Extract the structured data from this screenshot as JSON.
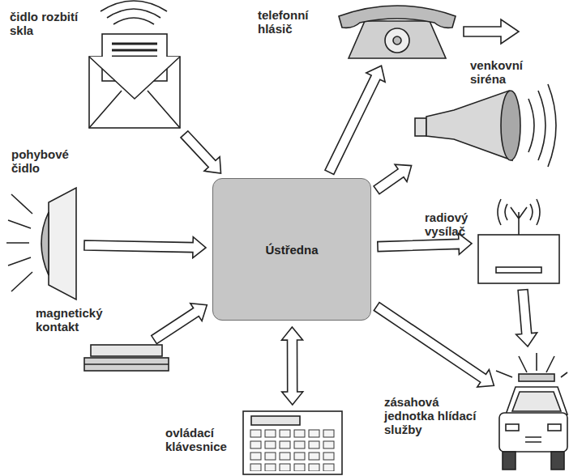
{
  "diagram": {
    "nodes": [
      {
        "text": [
          "čidlo rozbití skla"
        ]
      },
      {
        "text": [
          "telefonní hlásič"
        ]
      },
      {
        "text": [
          "venkovní siréna"
        ]
      },
      {
        "text": [
          "pohybové čidlo"
        ]
      },
      {
        "text": [
          "Ústředna"
        ]
      },
      {
        "text": [
          "radiový vysílač"
        ]
      },
      {
        "text": [
          "magnetický kontakt"
        ]
      },
      {
        "text": [
          "zásahová jednotka hlídací služby"
        ]
      },
      {
        "text": [
          "ovládací klávesnice"
        ]
      }
    ],
    "edges": [
      {
        "from": 0,
        "to": 4,
        "arrow": "to"
      },
      {
        "from": 3,
        "to": 4,
        "arrow": "to"
      },
      {
        "from": 6,
        "to": 4,
        "arrow": "to"
      },
      {
        "from": 4,
        "to": 8,
        "arrow": "both"
      },
      {
        "from": 4,
        "to": 1,
        "arrow": "to"
      },
      {
        "from": 4,
        "to": 2,
        "arrow": "to"
      },
      {
        "from": 4,
        "to": 5,
        "arrow": "to"
      },
      {
        "from": 4,
        "to": 7,
        "arrow": "to"
      },
      {
        "from": 5,
        "to": 7,
        "arrow": "to"
      }
    ]
  }
}
